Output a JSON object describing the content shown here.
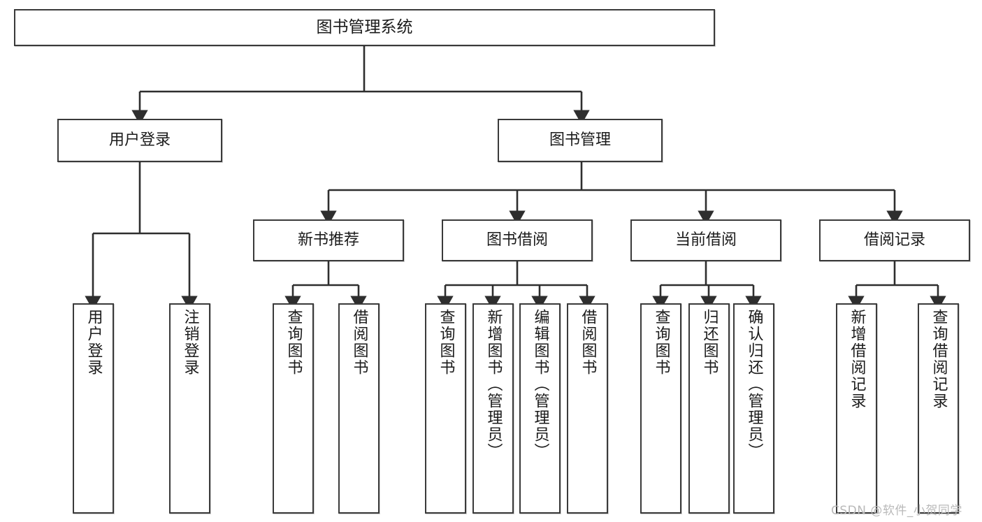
{
  "diagram": {
    "type": "tree-hierarchy",
    "title": "图书管理系统",
    "watermark": "CSDN @软件_小贺同学",
    "colors": {
      "box_border": "#3a3a3a",
      "box_fill": "#ffffff",
      "edge": "#2e2e2e",
      "text": "#1b1b1b",
      "watermark": "#b9b9b9",
      "background": "#ffffff"
    },
    "nodes": {
      "root": {
        "label": "图书管理系统"
      },
      "level2": [
        {
          "id": "user-login",
          "label": "用户登录"
        },
        {
          "id": "book-manage",
          "label": "图书管理"
        }
      ],
      "level3": [
        {
          "id": "new-book-recommend",
          "label": "新书推荐"
        },
        {
          "id": "book-borrow",
          "label": "图书借阅"
        },
        {
          "id": "current-borrow",
          "label": "当前借阅"
        },
        {
          "id": "borrow-record",
          "label": "借阅记录"
        }
      ],
      "leaves": {
        "user-login": [
          {
            "id": "leaf-user-login",
            "label": "用户登录"
          },
          {
            "id": "leaf-logout-login",
            "label": "注销登录"
          }
        ],
        "new-book-recommend": [
          {
            "id": "leaf-query-book-1",
            "label": "查询图书"
          },
          {
            "id": "leaf-borrow-book-1",
            "label": "借阅图书"
          }
        ],
        "book-borrow": [
          {
            "id": "leaf-query-book-2",
            "label": "查询图书"
          },
          {
            "id": "leaf-add-book",
            "label": "新增图书（管理员）"
          },
          {
            "id": "leaf-edit-book",
            "label": "编辑图书（管理员）"
          },
          {
            "id": "leaf-borrow-book-2",
            "label": "借阅图书"
          }
        ],
        "current-borrow": [
          {
            "id": "leaf-query-book-3",
            "label": "查询图书"
          },
          {
            "id": "leaf-return-book",
            "label": "归还图书"
          },
          {
            "id": "leaf-confirm-return",
            "label": "确认归还（管理员）"
          }
        ],
        "borrow-record": [
          {
            "id": "leaf-add-record",
            "label": "新增借阅记录"
          },
          {
            "id": "leaf-query-record",
            "label": "查询借阅记录"
          }
        ]
      }
    }
  }
}
